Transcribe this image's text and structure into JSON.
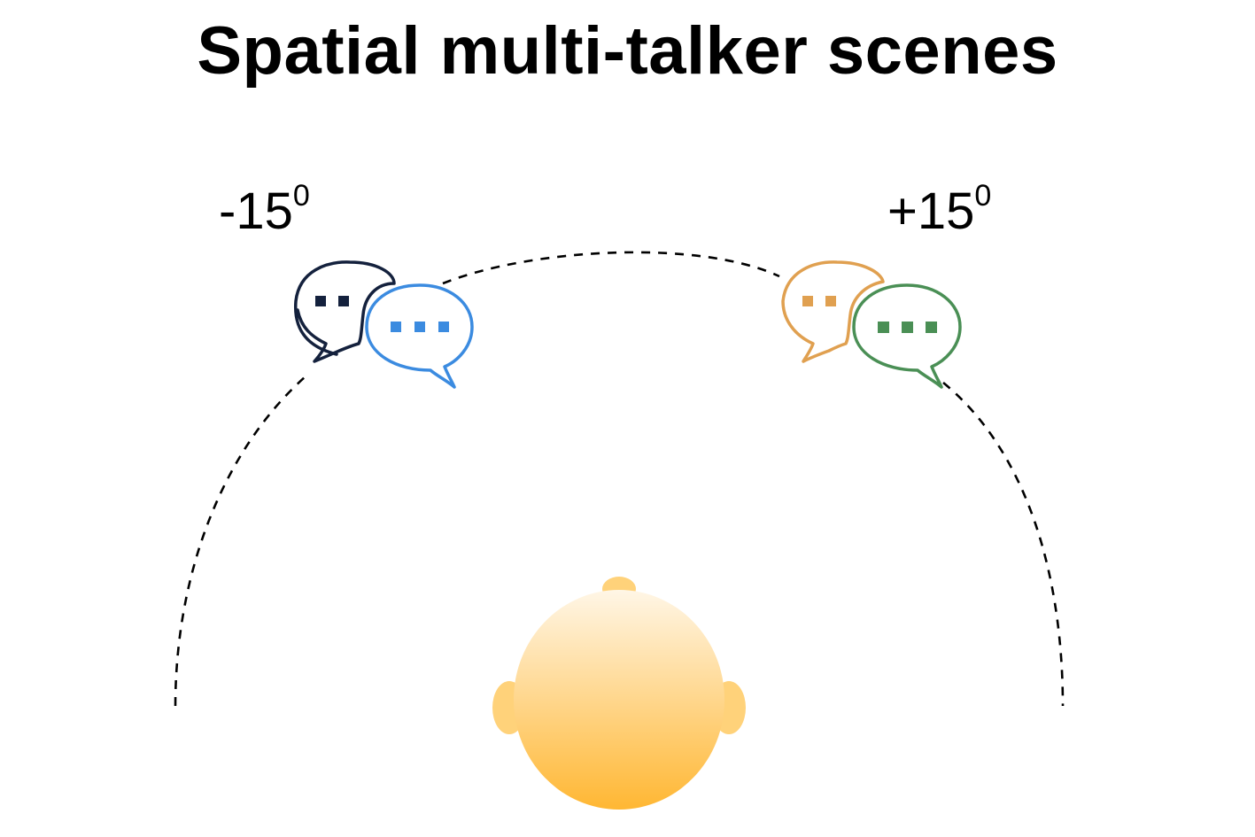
{
  "title": "Spatial multi-talker scenes",
  "angles": {
    "left": {
      "value": "-15",
      "superscript": "0"
    },
    "right": {
      "value": "+15",
      "superscript": "0"
    }
  },
  "colors": {
    "talker_left_back": "#14213d",
    "talker_left_front": "#3b8be0",
    "talker_right_back": "#e0a050",
    "talker_right_front": "#4a8f55",
    "head_top": "#fff6e6",
    "head_bottom": "#ffb733",
    "ear": "#ffd27a",
    "arc": "#000000"
  },
  "icons": [
    "speech-bubbles-icon",
    "listener-head-icon"
  ]
}
